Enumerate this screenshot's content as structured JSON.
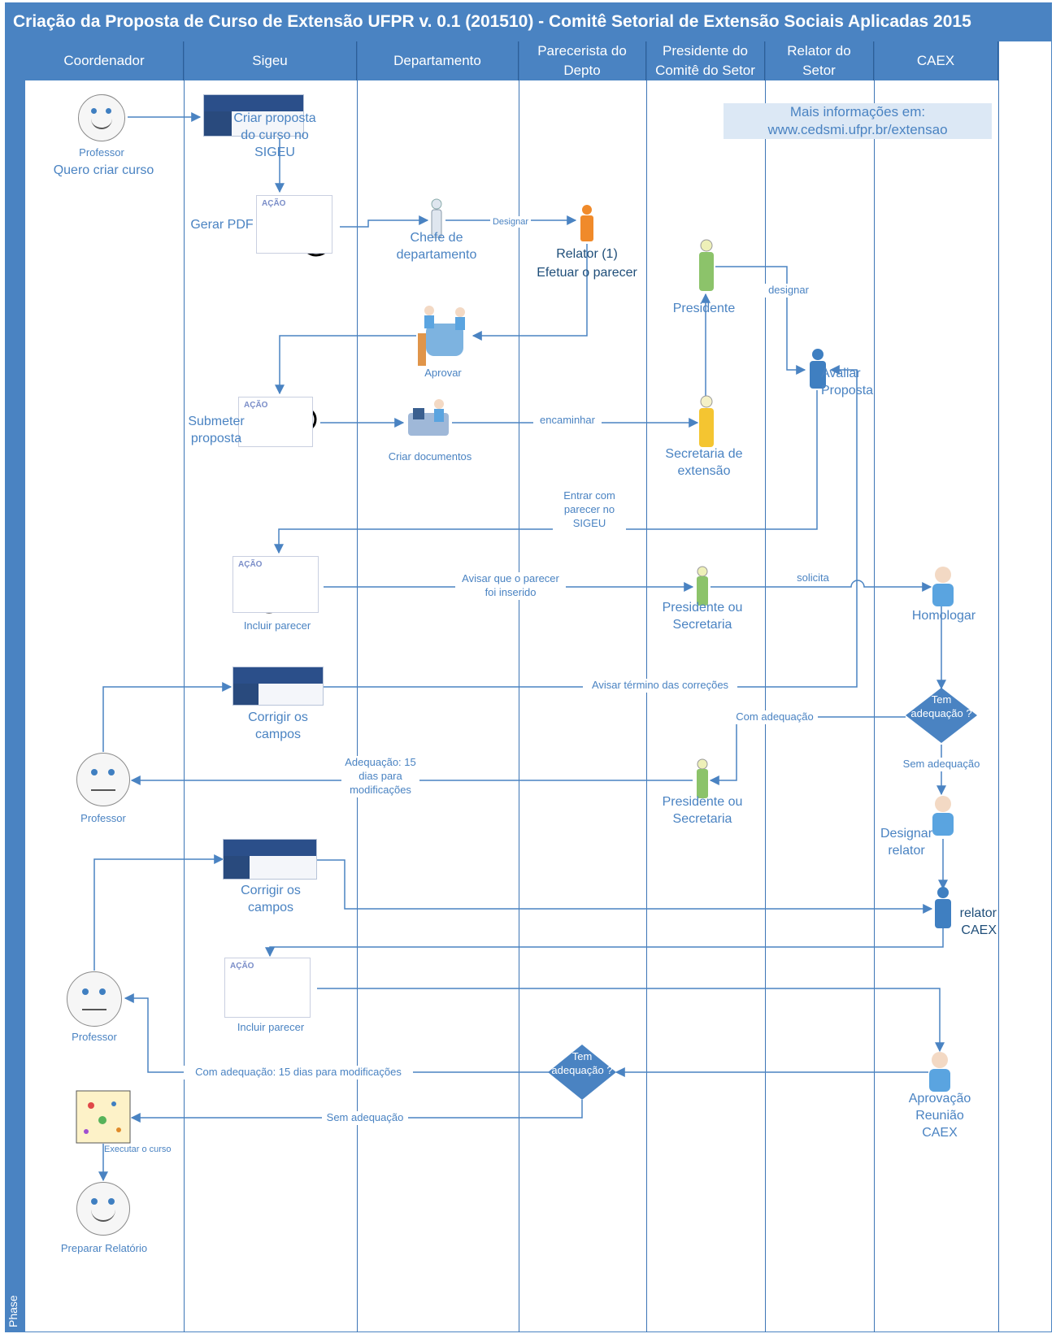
{
  "title": "Criação da Proposta de Curso de Extensão UFPR v. 0.1 (201510) - Comitê Setorial de Extensão Sociais Aplicadas 2015",
  "phase_label": "Phase",
  "lanes": [
    {
      "label": "Coordenador"
    },
    {
      "label": "Sigeu"
    },
    {
      "label": "Departamento"
    },
    {
      "label": "Parecerista do Depto"
    },
    {
      "label": "Presidente do Comitê do Setor"
    },
    {
      "label": "Relator do Setor"
    },
    {
      "label": "CAEX"
    }
  ],
  "info": {
    "line1": "Mais informações em:",
    "line2": "www.cedsmi.ufpr.br/extensao"
  },
  "nodes": {
    "professor1": {
      "l1": "Professor",
      "l2": "Quero criar curso"
    },
    "criar_proposta": "Criar proposta do curso no SIGEU",
    "gerar_pdf": "Gerar PDF",
    "chefe": "Chefe de departamento",
    "relator1": {
      "l1": "Relator (1)",
      "l2": "Efetuar o parecer"
    },
    "presidente": "Presidente",
    "aprovar": "Aprovar",
    "avaliar": "Avaliar Proposta",
    "submeter": "Submeter proposta",
    "criar_docs": "Criar documentos",
    "secretaria": "Secretaria de extensão",
    "incluir_parecer1": "Incluir parecer",
    "pres_sec1": "Presidente ou Secretaria",
    "homologar": "Homologar",
    "corrigir1": "Corrigir os campos",
    "tem_adeq1": "Tem adequação ?",
    "professor2": "Professor",
    "pres_sec2": "Presidente ou Secretaria",
    "designar_relator": "Designar relator",
    "corrigir2": "Corrigir os campos",
    "relator_caex": "relator CAEX",
    "incluir_parecer2": "Incluir parecer",
    "professor3": "Professor",
    "tem_adeq2": "Tem adequação ?",
    "aprovacao": "Aprovação Reunião CAEX",
    "executar": "Executar o curso",
    "preparar": "Preparar Relatório",
    "acao": "AÇÃO"
  },
  "edge_labels": {
    "designar1": "Designar",
    "designar2": "designar",
    "encaminhar": "encaminhar",
    "entrar_parecer": "Entrar com parecer no SIGEU",
    "avisar_inserido": "Avisar que o parecer foi inserido",
    "solicita": "solicita",
    "avisar_termino": "Avisar término das correções",
    "com_adequacao": "Com adequação",
    "sem_adequacao1": "Sem adequação",
    "adequacao_15": "Adequação: 15 dias para modificações",
    "com_adequacao_15": "Com adequação: 15 dias para modificações",
    "sem_adequacao2": "Sem adequação"
  },
  "colors": {
    "lane_header": "#4a83c2",
    "flow": "#4a83c2",
    "label": "#4a83c2",
    "diamond": "#4a83c2",
    "info_bg": "#dce8f5"
  }
}
